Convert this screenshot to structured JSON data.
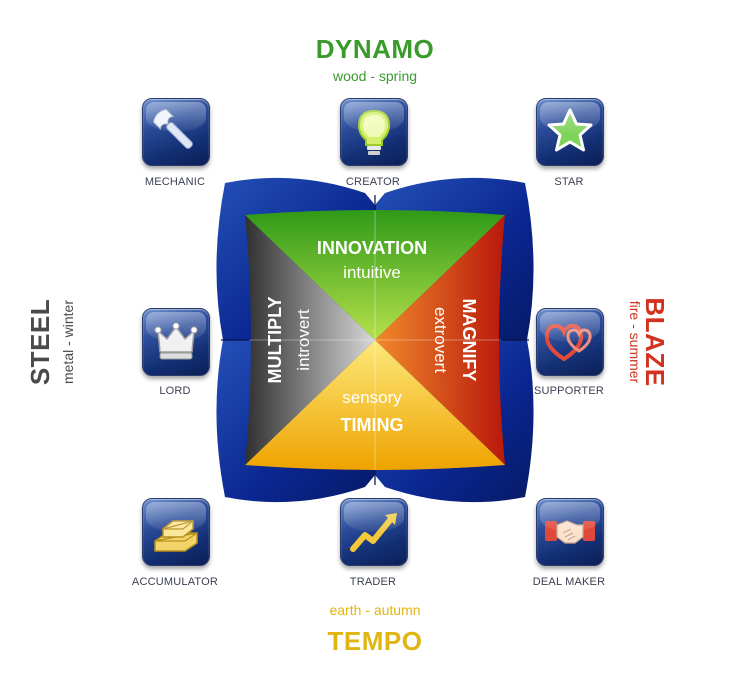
{
  "elements": {
    "dynamo": {
      "title": "DYNAMO",
      "subtitle": "wood - spring",
      "color": "#3a9a2c"
    },
    "blaze": {
      "title": "BLAZE",
      "subtitle": "fire - summer",
      "color": "#d2321e"
    },
    "tempo": {
      "title": "TEMPO",
      "subtitle": "earth - autumn",
      "color": "#e0b512"
    },
    "steel": {
      "title": "STEEL",
      "subtitle": "metal - winter",
      "color": "#4a4a4a"
    }
  },
  "quadrants": {
    "top": {
      "title": "INNOVATION",
      "subtitle": "intuitive",
      "color": "#5fb31c"
    },
    "right": {
      "title": "MAGNIFY",
      "subtitle": "extrovert",
      "color": "#d7461d"
    },
    "bottom": {
      "title": "TIMING",
      "subtitle": "sensory",
      "color": "#f2c21a"
    },
    "left": {
      "title": "MULTIPLY",
      "subtitle": "introvert",
      "color": "#5a5a5a"
    }
  },
  "profiles": [
    {
      "label": "MECHANIC",
      "icon": "wrench-icon"
    },
    {
      "label": "CREATOR",
      "icon": "lightbulb-icon"
    },
    {
      "label": "STAR",
      "icon": "star-icon"
    },
    {
      "label": "LORD",
      "icon": "crown-icon"
    },
    {
      "label": "SUPPORTER",
      "icon": "hearts-icon"
    },
    {
      "label": "ACCUMULATOR",
      "icon": "gold-bars-icon"
    },
    {
      "label": "TRADER",
      "icon": "rising-arrow-icon"
    },
    {
      "label": "DEAL MAKER",
      "icon": "handshake-icon"
    }
  ]
}
